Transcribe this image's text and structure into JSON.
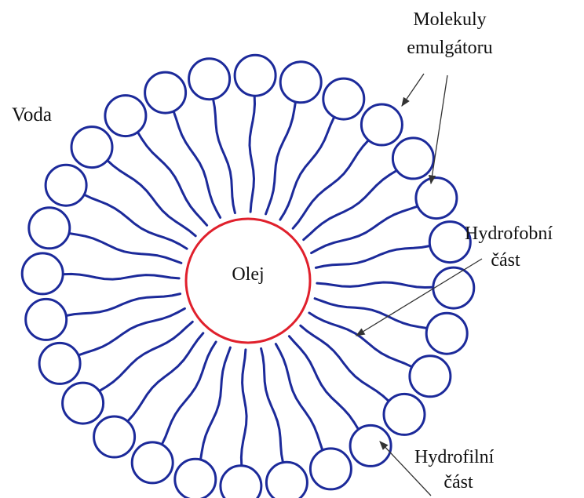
{
  "labels": {
    "water": "Voda",
    "oil": "Olej",
    "emulsifier_line1": "Molekuly",
    "emulsifier_line2": "emulgátoru",
    "hydrophobic_line1": "Hydrofobní",
    "hydrophobic_line2": "část",
    "hydrophilic_line1": "Hydrofilní",
    "hydrophilic_line2": "část"
  },
  "colors": {
    "molecule": "#1c2a9a",
    "oil_outline": "#e0202c",
    "arrow": "#333333",
    "text": "#111111"
  },
  "molecule_count": 28
}
